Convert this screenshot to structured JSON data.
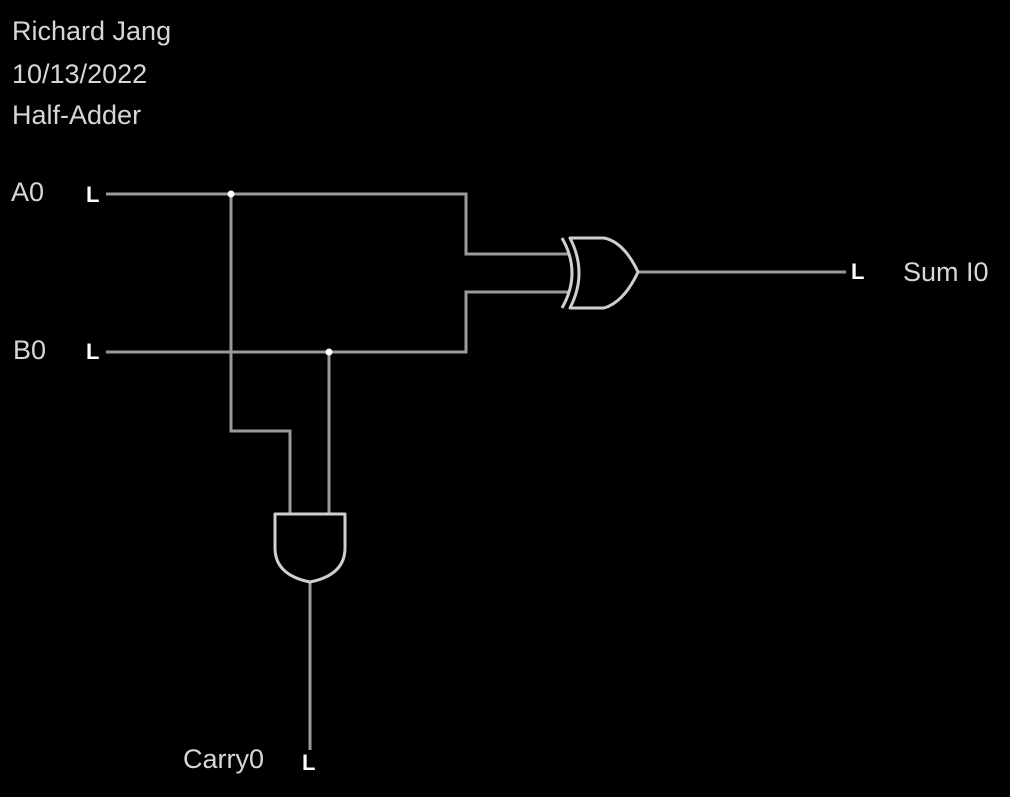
{
  "notes": {
    "author": "Richard Jang",
    "date": "10/13/2022",
    "title": "Half-Adder"
  },
  "inputs": {
    "a": {
      "name": "A0",
      "state": "L"
    },
    "b": {
      "name": "B0",
      "state": "L"
    }
  },
  "outputs": {
    "sum": {
      "name": "Sum I0",
      "state": "L"
    },
    "carry": {
      "name": "Carry0",
      "state": "L"
    }
  },
  "gates": {
    "sum_gate": "xor-gate-icon",
    "carry_gate": "and-gate-icon"
  },
  "colors": {
    "background": "#000000",
    "wire": "#9a9a9a",
    "gate_outline": "#cfcfcf",
    "label_text": "#d6d6d6",
    "state_text": "#ffffff"
  }
}
